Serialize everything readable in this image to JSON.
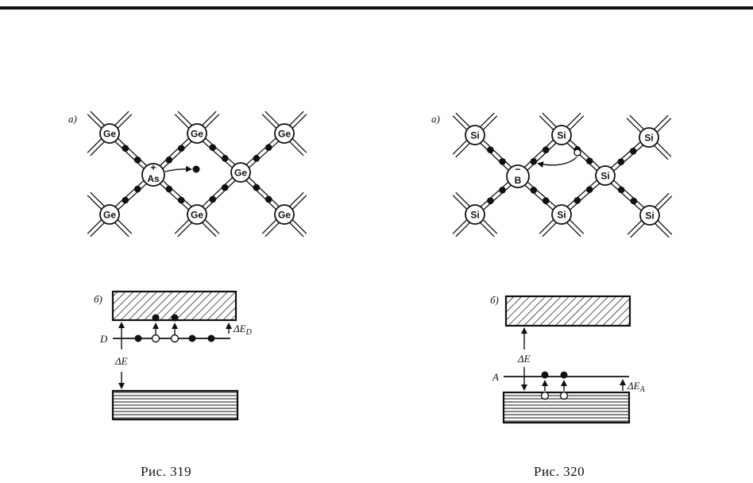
{
  "fig319": {
    "caption": "Рис. 319",
    "panel_a_label": "а)",
    "panel_b_label": "б)",
    "host_atom": "Ge",
    "impurity_atom": "As",
    "impurity_charge": "+",
    "level_label": "D",
    "gap_label": "ΔE",
    "donor_gap_label": "ΔE_D"
  },
  "fig320": {
    "caption": "Рис. 320",
    "panel_a_label": "а)",
    "panel_b_label": "б)",
    "host_atom": "Si",
    "impurity_atom": "B",
    "impurity_charge": "−",
    "level_label": "A",
    "gap_label": "ΔE",
    "acceptor_gap_label": "ΔE_A"
  },
  "colors": {
    "ink": "#111111",
    "paper": "#ffffff"
  }
}
